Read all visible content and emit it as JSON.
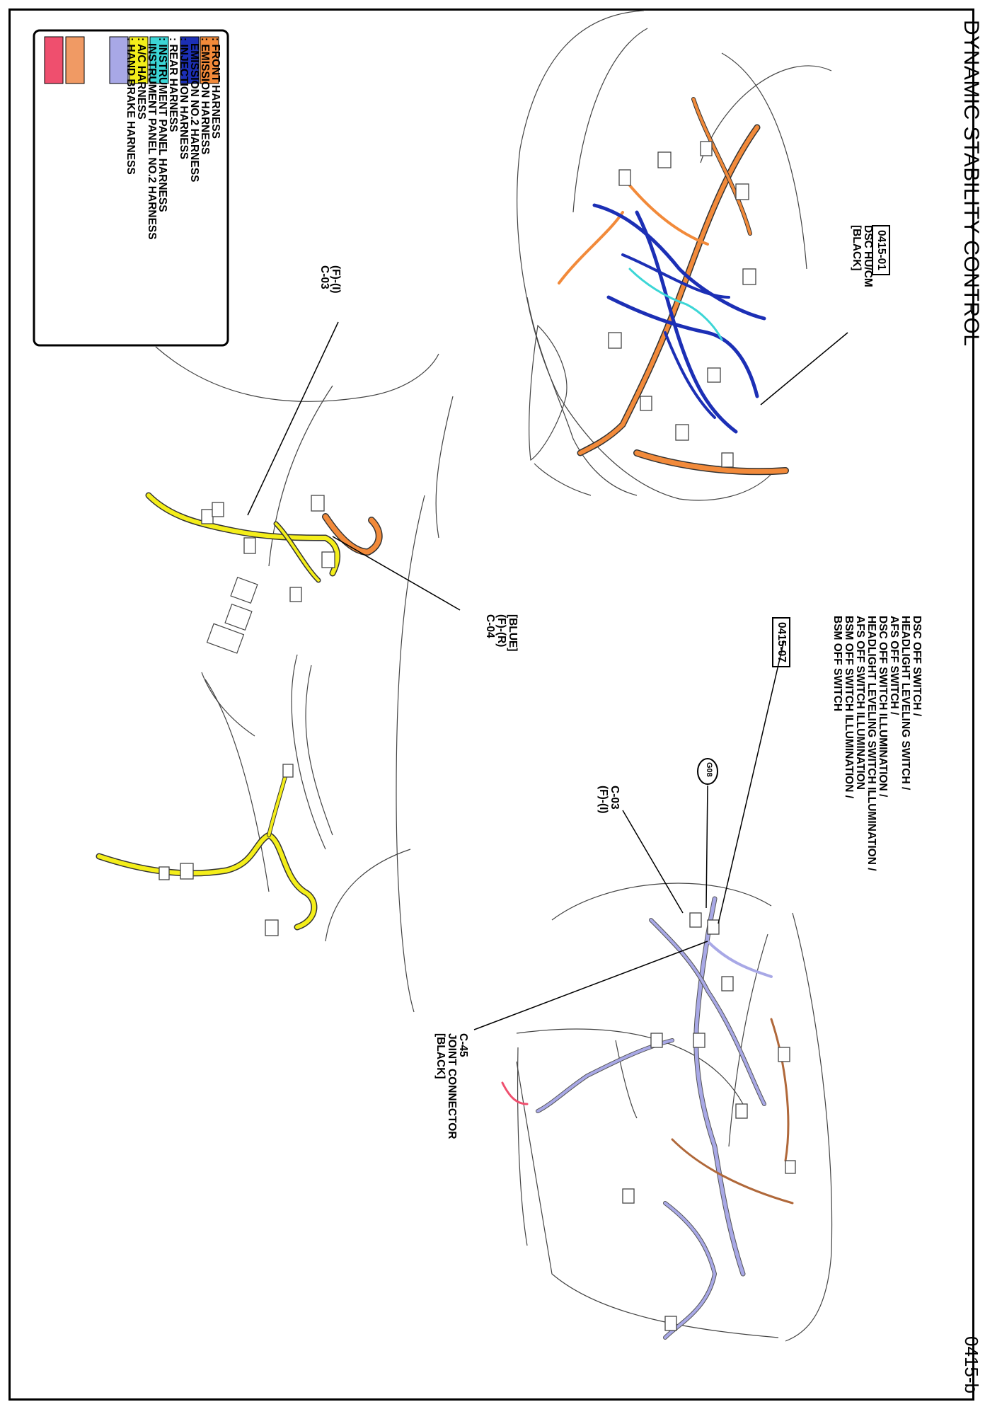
{
  "page": {
    "title": "DYNAMIC STABILITY CONTROL",
    "page_number": "0415-b"
  },
  "legend": {
    "items": [
      {
        "label": ": FRONT HARNESS",
        "color": "#f28a3a"
      },
      {
        "label": ": EMISSION HARNESS",
        "color": "#1c2fb5"
      },
      {
        "label": "EMISSION NO.2 HARNESS",
        "color": ""
      },
      {
        "label": ": INJECTION HARNESS",
        "color": "#3cd6d6"
      },
      {
        "label": ": REAR HARNESS",
        "color": "#f4ee1a"
      },
      {
        "label": ": INSTRUMENT PANEL HARNESS",
        "color": "#a8a8e6"
      },
      {
        "label": "INSTRUMENT PANEL NO.2 HARNESS",
        "color": ""
      },
      {
        "label": ": A/C HARNESS",
        "color": "#f09a64"
      },
      {
        "label": ": HAND BRAKE HARNESS",
        "color": "#ef4f6e"
      }
    ]
  },
  "callouts": {
    "dsc_hucm": {
      "code": "0415-01",
      "name": "DSC HU/CM",
      "color_tag": "[BLACK]"
    },
    "c03_top": {
      "position": "(F)-(I)",
      "connector": "C-03"
    },
    "c04": {
      "color_tag": "[BLUE]",
      "position": "(F)-(R)",
      "connector": "C-04"
    },
    "switch": {
      "code": "0415-07",
      "lines": [
        "DSC OFF SWITCH /",
        "HEADLIGHT LEVELING SWITCH /",
        "AFS OFF SWITCH /",
        "DSC OFF SWITCH ILLUMINATION /",
        "HEADLIGHT LEVELING SWITCH ILLUMINATION /",
        "AFS OFF SWITCH ILLUMINATION",
        "BSM OFF SWITCH ILLUMINATION /",
        "BSM OFF SWITCH"
      ]
    },
    "ground": {
      "label": "G08"
    },
    "c03_bottom": {
      "connector": "C-03",
      "position": "(F)-(I)"
    },
    "c45": {
      "connector": "C-45",
      "name": "JOINT CONNECTOR",
      "color_tag": "[BLACK]"
    }
  }
}
